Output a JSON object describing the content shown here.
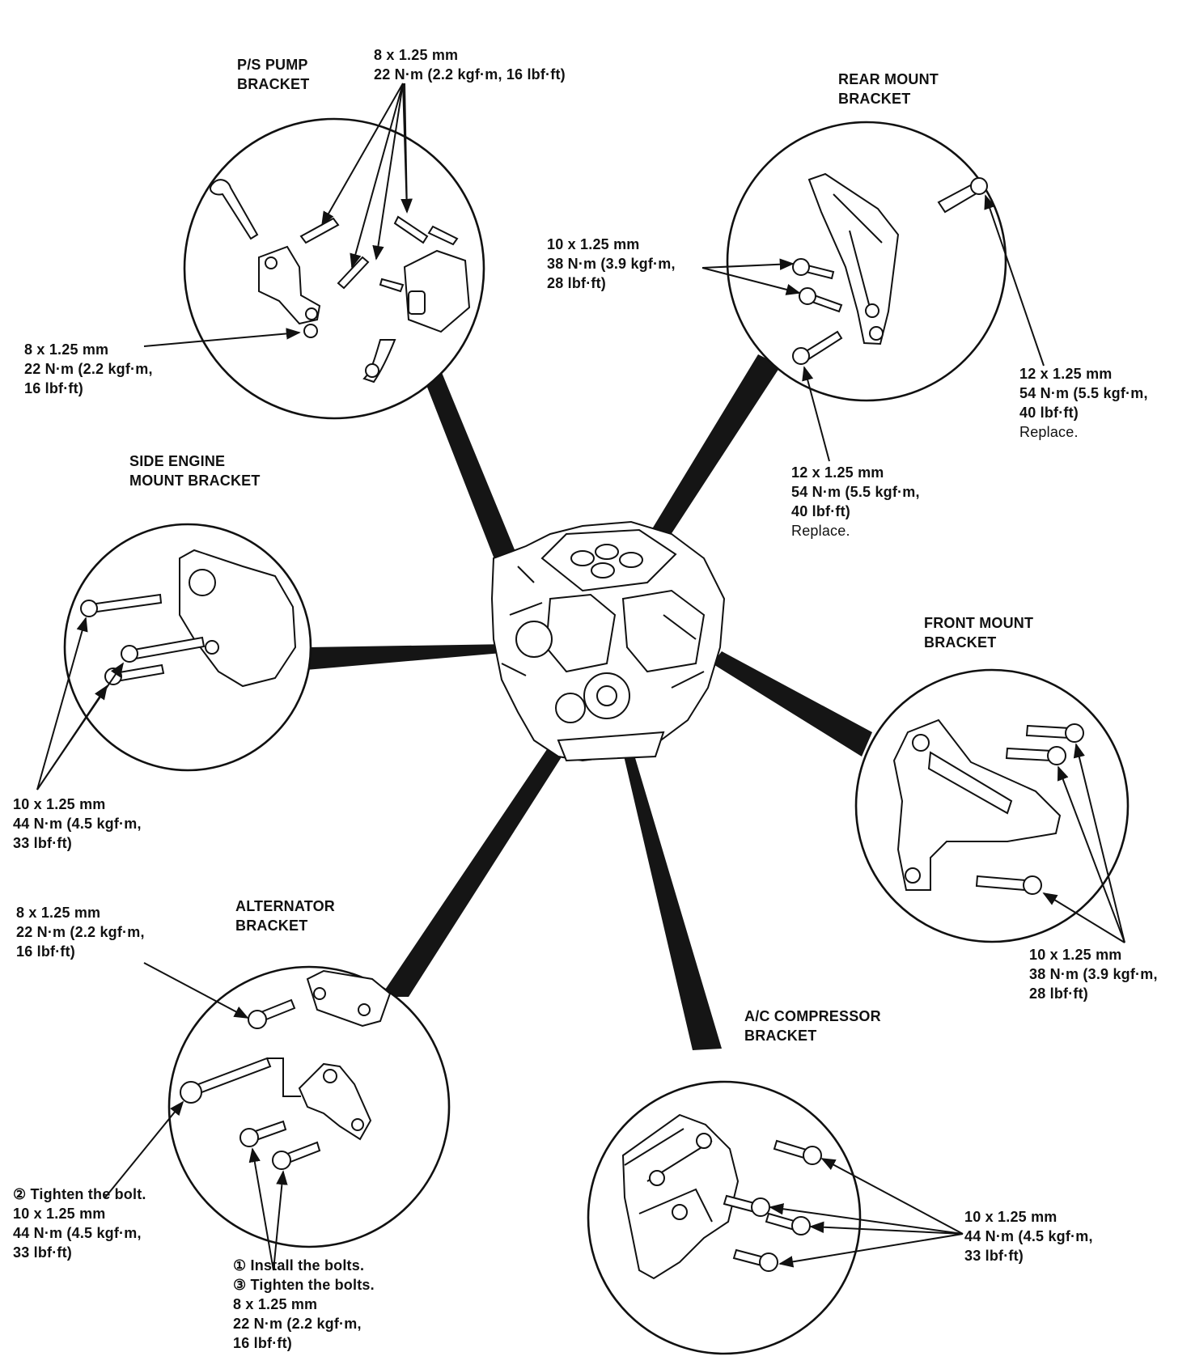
{
  "figure": {
    "components": {
      "ps_pump": {
        "title": [
          "P/S PUMP",
          "BRACKET"
        ]
      },
      "rear_mount": {
        "title": [
          "REAR MOUNT",
          "BRACKET"
        ]
      },
      "side_engine_mount": {
        "title": [
          "SIDE ENGINE",
          "MOUNT BRACKET"
        ]
      },
      "front_mount": {
        "title": [
          "FRONT MOUNT",
          "BRACKET"
        ]
      },
      "alternator": {
        "title": [
          "ALTERNATOR",
          "BRACKET"
        ]
      },
      "ac_compressor": {
        "title": [
          "A/C COMPRESSOR",
          "BRACKET"
        ]
      }
    },
    "specs": {
      "ps_top": [
        "8 x 1.25 mm",
        "22 N·m (2.2 kgf·m, 16 lbf·ft)"
      ],
      "ps_left": [
        "8 x 1.25 mm",
        "22 N·m (2.2 kgf·m,",
        "16 lbf·ft)"
      ],
      "rear_left": [
        "10 x 1.25 mm",
        "38 N·m (3.9 kgf·m,",
        "28 lbf·ft)"
      ],
      "rear_right": [
        "12 x 1.25 mm",
        "54 N·m (5.5 kgf·m,",
        "40 lbf·ft)",
        "Replace."
      ],
      "rear_bottom": [
        "12 x 1.25 mm",
        "54 N·m (5.5 kgf·m,",
        "40 lbf·ft)",
        "Replace."
      ],
      "side": [
        "10 x 1.25 mm",
        "44 N·m (4.5 kgf·m,",
        "33 lbf·ft)"
      ],
      "front": [
        "10 x 1.25 mm",
        "38 N·m (3.9 kgf·m,",
        "28 lbf·ft)"
      ],
      "alt_top": [
        "8 x 1.25 mm",
        "22 N·m (2.2 kgf·m,",
        "16 lbf·ft)"
      ],
      "alt_long": [
        "② Tighten the bolt.",
        "10 x 1.25 mm",
        "44 N·m (4.5 kgf·m,",
        "33 lbf·ft)"
      ],
      "alt_bottom": [
        "① Install the bolts.",
        "③ Tighten the bolts.",
        "8 x 1.25 mm",
        "22 N·m (2.2 kgf·m,",
        "16 lbf·ft)"
      ],
      "ac": [
        "10 x 1.25 mm",
        "44 N·m (4.5 kgf·m,",
        "33 lbf·ft)"
      ]
    }
  }
}
